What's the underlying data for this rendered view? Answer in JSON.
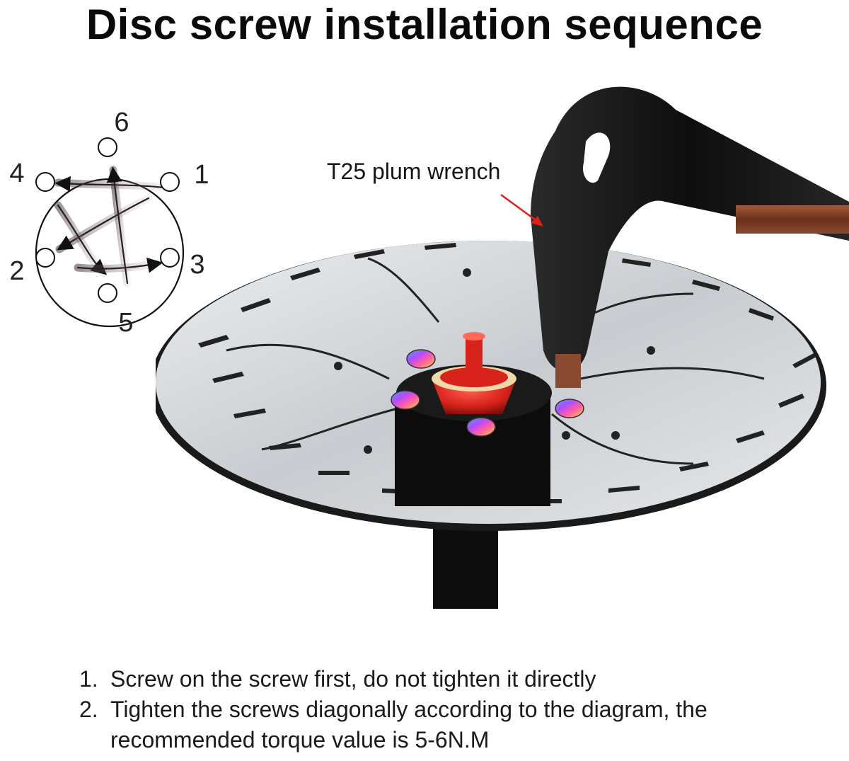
{
  "title": "Disc screw installation sequence",
  "diagram": {
    "positions": [
      {
        "label": "6"
      },
      {
        "label": "1"
      },
      {
        "label": "4"
      },
      {
        "label": "3"
      },
      {
        "label": "2"
      },
      {
        "label": "5"
      }
    ],
    "callout": "T25 plum wrench"
  },
  "instructions": [
    {
      "num": "1.",
      "text": "Screw on the screw first, do not tighten it directly"
    },
    {
      "num": "2.",
      "text": "Tighten the screws diagonally according to the diagram, the recommended torque value is 5-6N.M"
    }
  ],
  "colors": {
    "title": "#0a0a0a",
    "arrow_trail": "#b79aa8",
    "hub_red": "#d8231c",
    "wrench_handle": "#111111",
    "wrench_shaft": "#7a3a24",
    "callout_arrow": "#e0201b",
    "rotor": "#cfd2d6"
  }
}
